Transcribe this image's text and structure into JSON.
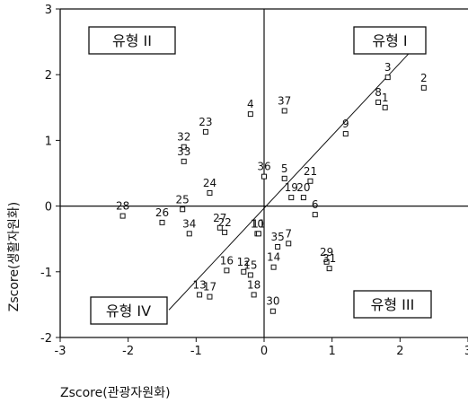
{
  "chart_data": {
    "type": "scatter",
    "xlabel": "Zscore(관광자원화)",
    "ylabel": "Zscore(생활자원화)",
    "xlim": [
      -3,
      3
    ],
    "ylim": [
      -2,
      3
    ],
    "x_ticks": [
      -3,
      -2,
      -1,
      0,
      1,
      2,
      3
    ],
    "y_ticks": [
      -2,
      -1,
      0,
      1,
      2,
      3
    ],
    "quadrant_labels": {
      "top_left": "유형 II",
      "top_right": "유형 I",
      "bottom_left": "유형 IV",
      "bottom_right": "유형 III"
    },
    "trend_line": {
      "from": [
        -1.4,
        -1.58
      ],
      "to": [
        2.2,
        2.4
      ]
    },
    "points": [
      {
        "label": "1",
        "x": 1.78,
        "y": 1.5
      },
      {
        "label": "2",
        "x": 2.35,
        "y": 1.8
      },
      {
        "label": "3",
        "x": 1.82,
        "y": 1.96
      },
      {
        "label": "4",
        "x": -0.2,
        "y": 1.4
      },
      {
        "label": "5",
        "x": 0.3,
        "y": 0.42
      },
      {
        "label": "6",
        "x": 0.75,
        "y": -0.13
      },
      {
        "label": "7",
        "x": 0.36,
        "y": -0.57
      },
      {
        "label": "8",
        "x": 1.68,
        "y": 1.58
      },
      {
        "label": "9",
        "x": 1.2,
        "y": 1.1
      },
      {
        "label": "10",
        "x": -0.1,
        "y": -0.42
      },
      {
        "label": "11",
        "x": -0.08,
        "y": -0.42
      },
      {
        "label": "12",
        "x": -0.3,
        "y": -1.0
      },
      {
        "label": "13",
        "x": -0.95,
        "y": -1.35
      },
      {
        "label": "14",
        "x": 0.14,
        "y": -0.93
      },
      {
        "label": "15",
        "x": -0.2,
        "y": -1.05
      },
      {
        "label": "16",
        "x": -0.55,
        "y": -0.98
      },
      {
        "label": "17",
        "x": -0.8,
        "y": -1.38
      },
      {
        "label": "18",
        "x": -0.15,
        "y": -1.35
      },
      {
        "label": "19",
        "x": 0.4,
        "y": 0.13
      },
      {
        "label": "20",
        "x": 0.58,
        "y": 0.13
      },
      {
        "label": "21",
        "x": 0.68,
        "y": 0.38
      },
      {
        "label": "22",
        "x": -0.58,
        "y": -0.4
      },
      {
        "label": "23",
        "x": -0.86,
        "y": 1.13
      },
      {
        "label": "24",
        "x": -0.8,
        "y": 0.2
      },
      {
        "label": "25",
        "x": -1.2,
        "y": -0.05
      },
      {
        "label": "26",
        "x": -1.5,
        "y": -0.25
      },
      {
        "label": "27",
        "x": -0.65,
        "y": -0.33
      },
      {
        "label": "28",
        "x": -2.08,
        "y": -0.15
      },
      {
        "label": "29",
        "x": 0.92,
        "y": -0.85
      },
      {
        "label": "30",
        "x": 0.13,
        "y": -1.6
      },
      {
        "label": "31",
        "x": 0.96,
        "y": -0.95
      },
      {
        "label": "32",
        "x": -1.18,
        "y": 0.9
      },
      {
        "label": "33",
        "x": -1.18,
        "y": 0.68
      },
      {
        "label": "34",
        "x": -1.1,
        "y": -0.42
      },
      {
        "label": "35",
        "x": 0.2,
        "y": -0.62
      },
      {
        "label": "36",
        "x": 0.0,
        "y": 0.45
      },
      {
        "label": "37",
        "x": 0.3,
        "y": 1.45
      }
    ]
  }
}
